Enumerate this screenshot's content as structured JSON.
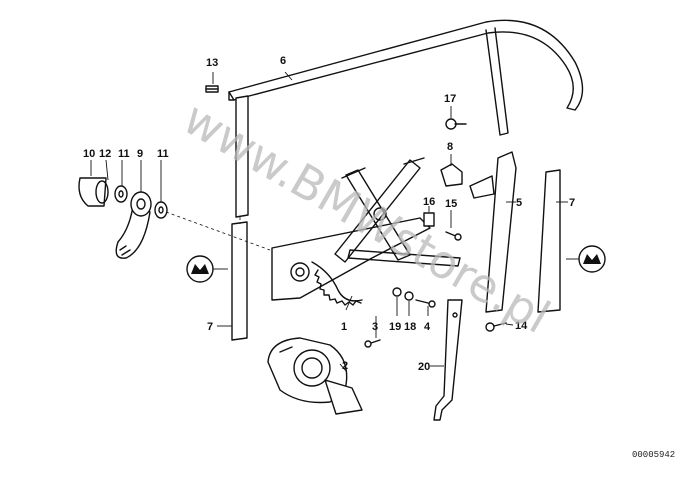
{
  "diagram": {
    "watermark": "www.BMWstore.pl",
    "reference_number": "00005942",
    "callouts": [
      "1",
      "2",
      "3",
      "4",
      "5",
      "6",
      "7",
      "7",
      "8",
      "9",
      "10",
      "11",
      "11",
      "12",
      "13",
      "14",
      "15",
      "16",
      "17",
      "18",
      "19",
      "20"
    ]
  },
  "colors": {
    "line": "#111111",
    "watermark": "#b9b9b9",
    "background": "#ffffff"
  },
  "icons": [
    "sealant-symbol-icon"
  ]
}
